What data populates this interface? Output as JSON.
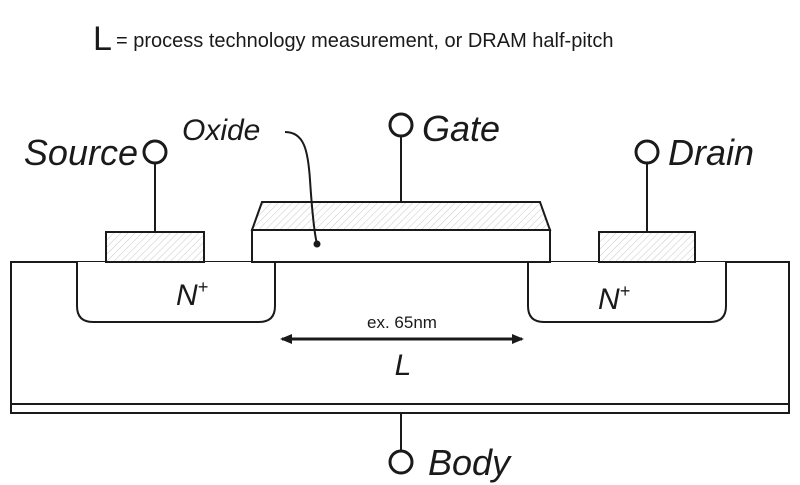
{
  "caption": {
    "symbol": "L",
    "text": "= process technology measurement, or DRAM half-pitch"
  },
  "terminals": {
    "source": "Source",
    "gate": "Gate",
    "drain": "Drain",
    "body": "Body"
  },
  "regions": {
    "oxide": "Oxide",
    "n_left": "N",
    "n_right": "N",
    "n_superscript": "+"
  },
  "dimension": {
    "example": "ex. 65nm",
    "symbol": "L"
  },
  "colors": {
    "line": "#1a1a1a",
    "background": "#ffffff",
    "hatch": "#c8c8c8"
  }
}
